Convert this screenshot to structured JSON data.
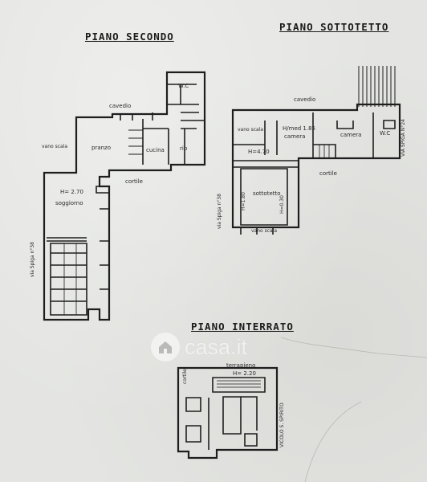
{
  "titles": {
    "piano_secondo": "PIANO SECONDO",
    "piano_sottotetto": "PIANO SOTTOTETTO",
    "piano_interrato": "PIANO INTERRATO"
  },
  "secondo": {
    "wc": "W.C",
    "cavedio": "cavedio",
    "vano_scala": "vano scala",
    "pranzo": "pranzo",
    "cucina": "cucina",
    "rip": "rip",
    "cortile": "cortile",
    "altezza": "H= 2.70",
    "soggiorno": "soggiorno",
    "via": "via Spiga n°38"
  },
  "sottotetto": {
    "cavedio": "cavedio",
    "vano_scala_top": "vano scala",
    "altezza_media": "H/med 1.85",
    "camera1": "camera",
    "camera2": "camera",
    "wc": "W.C",
    "altezza_470": "H=4.70",
    "cortile": "cortile",
    "sottotetto": "sottotetto",
    "h_low": "H=1.80",
    "h_high": "H=0.30",
    "vano_scala_bottom": "vano scala",
    "via_left": "via Spiga n°38",
    "via_right": "VIA SPIGA N°24"
  },
  "interrato": {
    "terrapieno": "terrapieno",
    "altezza": "H= 2.20",
    "cortile": "cortile",
    "vicolo": "VICOLO S. SPIRITO"
  },
  "watermark": {
    "text": "casa.it",
    "icon": "house-icon"
  }
}
